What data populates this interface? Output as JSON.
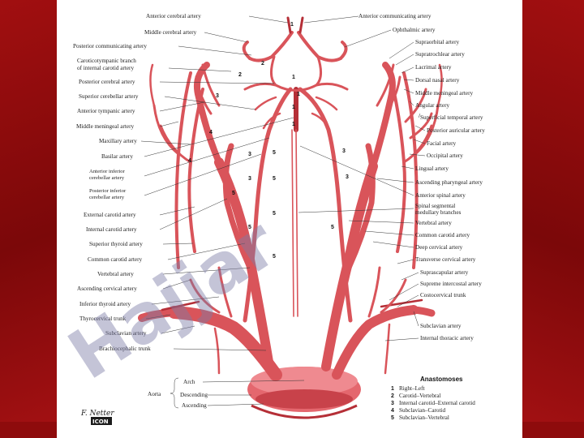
{
  "labels_left": [
    "Middle cerebral artery",
    "Posterior communicating artery",
    "Caroticotympanic branch",
    "of internal carotid artery",
    "Posterior cerebral artery",
    "Superior cerebellar artery",
    "Anterior tympanic artery",
    "Middle meningeal artery",
    "Maxillary artery",
    "Basilar artery",
    "Anterior inferior",
    "cerebellar artery",
    "Posterior inferior",
    "cerebellar artery",
    "External carotid artery",
    "Internal carotid artery",
    "Superior thyroid artery",
    "Common carotid artery",
    "Vertebral artery",
    "Ascending cervical artery",
    "Inferior thyroid artery",
    "Thyrocervical trunk",
    "Subclavian artery",
    "Brachiocephalic trunk"
  ],
  "labels_top": [
    "Anterior cerebral artery",
    "Anterior communicating artery"
  ],
  "labels_right": [
    "Ophthalmic artery",
    "Supraorbital artery",
    "Supratrochlear artery",
    "Lacrimal artery",
    "Dorsal nasal artery",
    "Middle meningeal artery",
    "Angular artery",
    "Superficial temporal artery",
    "Posterior auricular artery",
    "Facial artery",
    "Occipital artery",
    "Lingual artery",
    "Ascending pharyngeal artery",
    "Anterior spinal artery",
    "Spinal segmental",
    "medullary branches",
    "Vertebral artery",
    "Common carotid artery",
    "Deep cervical artery",
    "Transverse cervical artery",
    "Suprascapular artery",
    "Supreme intercostal artery",
    "Costocervical trunk",
    "Subclavian artery",
    "Internal thoracic artery"
  ],
  "aorta": {
    "label": "Aorta",
    "parts": [
      "Arch",
      "Descending",
      "Ascending"
    ]
  },
  "anastomoses": {
    "title": "Anastomoses",
    "items": [
      {
        "num": "1",
        "text": "Right–Left"
      },
      {
        "num": "2",
        "text": "Carotid–Vertebral"
      },
      {
        "num": "3",
        "text": "Internal carotid–External carotid"
      },
      {
        "num": "4",
        "text": "Subclavian–Carotid"
      },
      {
        "num": "5",
        "text": "Subclavian–Vertebral"
      }
    ]
  },
  "diagram_numbers": [
    "1",
    "1",
    "2",
    "2",
    "1",
    "1",
    "1",
    "3",
    "3",
    "3",
    "3",
    "3",
    "4",
    "4",
    "5",
    "5",
    "5",
    "5",
    "5",
    "5",
    "5"
  ],
  "watermark": "Hajjar",
  "signature": "F. Netter",
  "publisher_mark": "ICON",
  "colors": {
    "background_red": "#8e0b0c",
    "plate": "#ffffff",
    "artery": "#d9545a",
    "artery_dark": "#b52f37",
    "watermark": "#7c7ca6"
  }
}
